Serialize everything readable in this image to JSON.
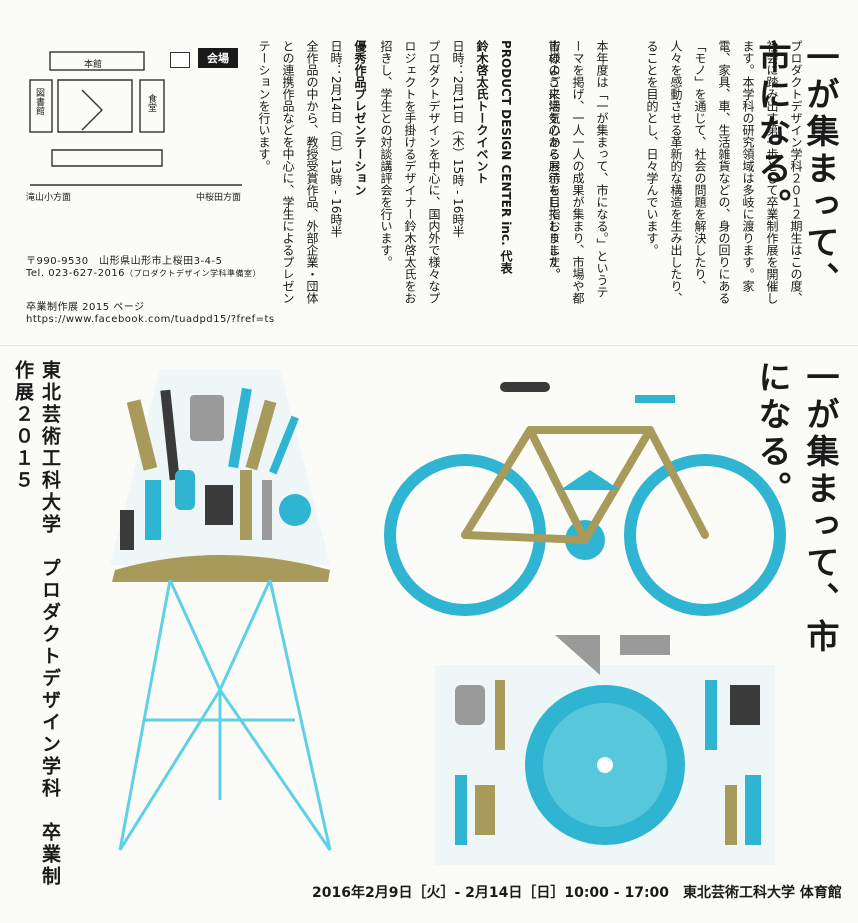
{
  "slogan": "一が集まって、市になる。",
  "intro_paragraphs": [
    "プロダクトデザイン学科２０１２期生はこの度、社会に踏み出す第一歩として卒業制作展を開催します。本学科の研究領域は多岐に渡ります。家電、家具、車、生活雑貨などの、身の回りにある「モノ」を通じて、社会の問題を解決したり、人々を感動させる革新的な構造を生み出したり、ることを目的とし、日々学んでいます。",
    "本年度は「一が集まって、市になる。」というテーマを掲げ、一人一人の成果が集まり、市場や都市のように活気のある展示を目指しました。",
    "皆様のご来場を心からお待ちしております。"
  ],
  "talk_event": {
    "host": "PRODUCT DESIGN CENTER inc. 代表",
    "speaker": "鈴木啓太氏トークイベント",
    "datetime": "日時：2月11日（木）15時 - 16時半",
    "body": "プロダクトデザインを中心に、国内外で様々なプロジェクトを手掛けるデザイナー鈴木啓太氏をお招きし、学生との対談講評会を行います。"
  },
  "presentation": {
    "title": "優秀作品プレゼンテーション",
    "datetime": "日時：2月14日（日）13時 - 16時半",
    "body": "全作品の中から、教授受賞作品、外部企業・団体との連携作品などを中心に、学生によるプレゼンテーションを行います。"
  },
  "map": {
    "venue_tag": "会場",
    "building_main": "本館",
    "building_library": "図書館",
    "building_cafeteria": "食堂",
    "direction_left": "滝山小方面",
    "direction_right": "中桜田方面"
  },
  "address": {
    "postal": "〒990-9530　山形県山形市上桜田3-4-5",
    "tel": "Tel. 023-627-2016",
    "tel_note": "（プロダクトデザイン学科準備室）",
    "fb_label": "卒業制作展 2015 ページ",
    "fb_url": "https://www.facebook.com/tuadpd15/?fref=ts"
  },
  "university_title": "東北芸術工科大学　プロダクトデザイン学科　卒業制作展２０１５",
  "dateline": "2016年2月9日［火］- 2月14日［日］10:00 - 17:00　東北芸術工科大学 体育館",
  "colors": {
    "cyan": "#2fb5d2",
    "olive": "#a89a5a",
    "dark": "#3a3a3a",
    "gray": "#9a9a9a"
  }
}
